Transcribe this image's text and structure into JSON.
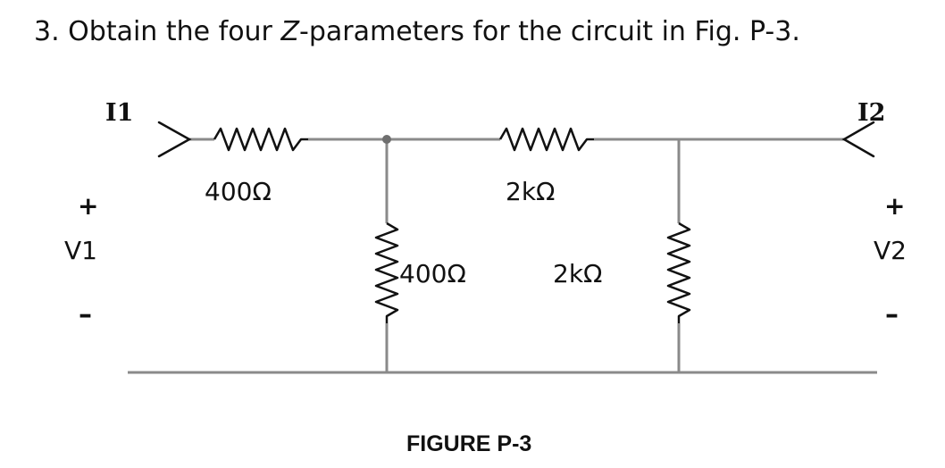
{
  "question": {
    "number": "3.",
    "text_before": "Obtain the four ",
    "variable": "Z",
    "text_after": "-parameters for the circuit in Fig. P-3."
  },
  "circuit": {
    "current_in": "I1",
    "current_out": "I2",
    "series_resistor_left": "400Ω",
    "series_resistor_middle": "2kΩ",
    "shunt_resistor_left": "400Ω",
    "shunt_resistor_right": "2kΩ",
    "port1_plus": "+",
    "port1_voltage": "V1",
    "port1_minus": "–",
    "port2_plus": "+",
    "port2_voltage": "V2",
    "port2_minus": "–",
    "figure_caption": "FIGURE P-3"
  },
  "colors": {
    "wire": "#8a8a8a",
    "resistor": "#111111",
    "text": "#111111"
  }
}
